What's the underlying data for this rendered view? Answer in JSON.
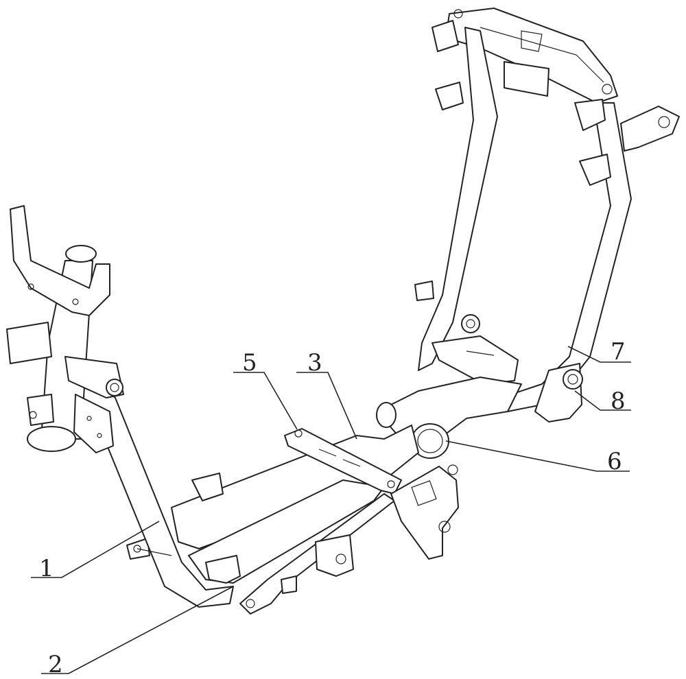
{
  "figure": {
    "labels": [
      {
        "id": "1",
        "text": "1"
      },
      {
        "id": "2",
        "text": "2"
      },
      {
        "id": "3",
        "text": "3"
      },
      {
        "id": "5",
        "text": "5"
      },
      {
        "id": "6",
        "text": "6"
      },
      {
        "id": "7",
        "text": "7"
      },
      {
        "id": "8",
        "text": "8"
      }
    ]
  }
}
